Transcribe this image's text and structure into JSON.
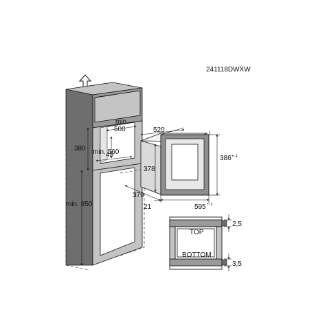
{
  "product_code": "241118DWXW",
  "cabinet_dims": {
    "min_500_prefix": "min.",
    "min_500_value": "500",
    "gap_45": "45",
    "height_380": "380",
    "min_560": "min. 560",
    "min_850": "min. 850"
  },
  "oven_dims": {
    "width_520": "520",
    "height_378": "378",
    "height_386": "386",
    "height_386_tol": "+-1",
    "depth_379": "379",
    "width_595": "595",
    "width_595_tol": "+-1",
    "depth_21": "21"
  },
  "vent_detail": {
    "top_label": "TOP",
    "bottom_label": "BOTTOM",
    "gap_top": "2,5",
    "gap_bottom": "3,5"
  }
}
